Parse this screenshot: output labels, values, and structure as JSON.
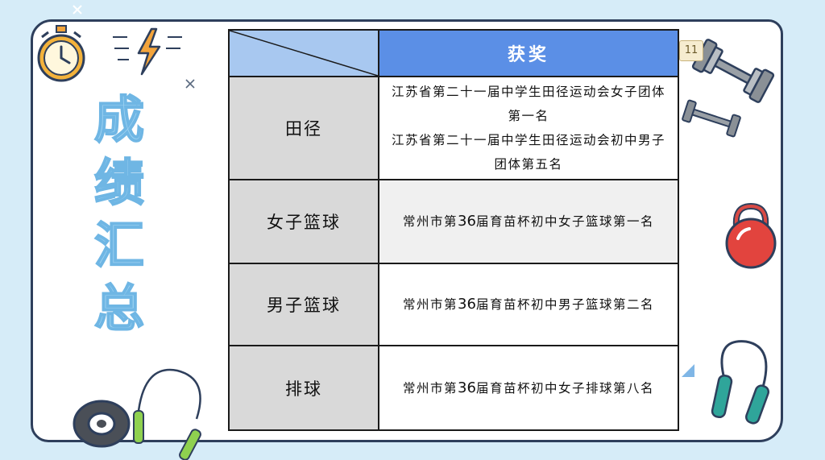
{
  "page": {
    "title_chars": [
      "成",
      "绩",
      "汇",
      "总"
    ],
    "page_number": "11"
  },
  "table": {
    "header_award": "获奖",
    "rows": [
      {
        "category": "田径",
        "awards": [
          "江苏省第二十一届中学生田径运动会女子团体第一名",
          "江苏省第二十一届中学生田径运动会初中男子团体第五名"
        ]
      },
      {
        "category": "女子篮球",
        "awards_pre": "常州市第",
        "awards_num": "36",
        "awards_post": "届育苗杯初中女子篮球第一名"
      },
      {
        "category": "男子篮球",
        "awards_pre": "常州市第",
        "awards_num": "36",
        "awards_post": "届育苗杯初中男子篮球第二名"
      },
      {
        "category": "排球",
        "awards_pre": "常州市第",
        "awards_num": "36",
        "awards_post": "届育苗杯初中女子排球第八名"
      }
    ]
  },
  "colors": {
    "header_left": "#a8c8f0",
    "header_right": "#5b8fe6",
    "category_bg": "#d9d9d9",
    "title": "#9fd3f2",
    "background": "#d6ecf8"
  },
  "icons": [
    "stopwatch-icon",
    "lightning-icon",
    "dumbbell-icon",
    "small-dumbbell-icon",
    "kettlebell-icon",
    "jump-rope-icon",
    "weight-plate-icon",
    "close-mark-icon"
  ]
}
